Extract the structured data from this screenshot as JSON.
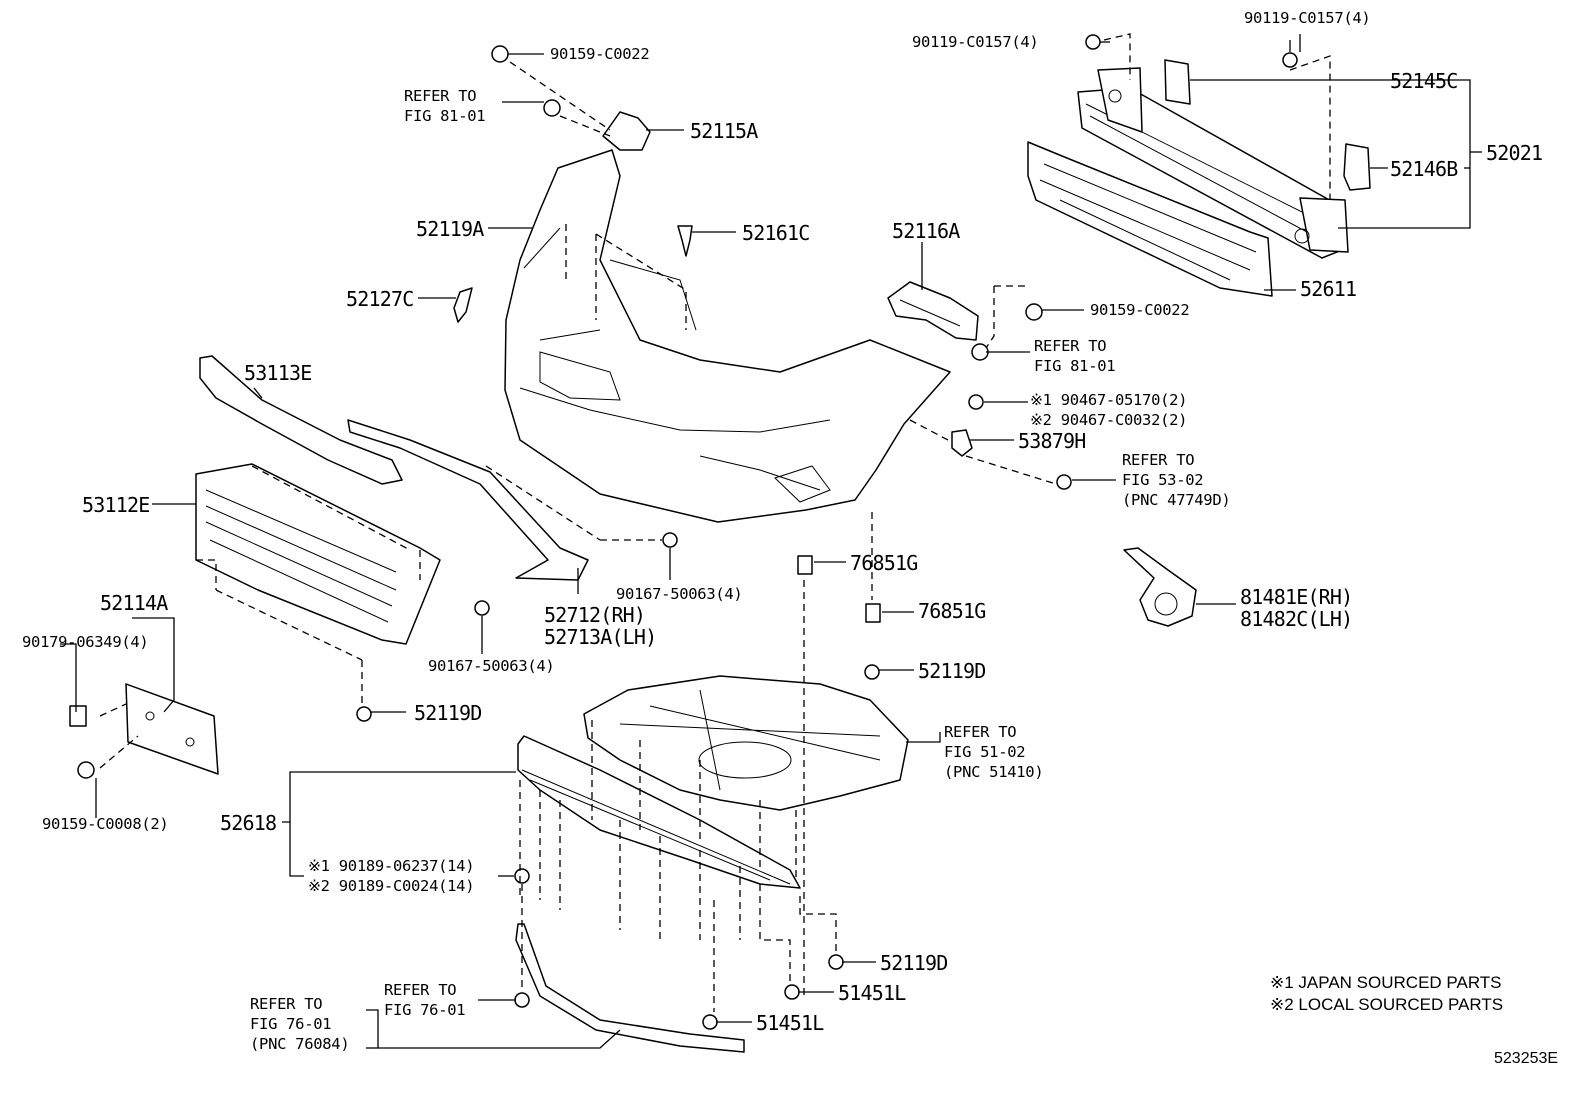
{
  "diagram": {
    "figure_number": "523253E",
    "notes": [
      "※1 JAPAN SOURCED PARTS",
      "※2 LOCAL SOURCED PARTS"
    ],
    "labels": {
      "p90159_C0022_top": "90159-C0022",
      "refer_81_01_top": "REFER TO\nFIG 81-01",
      "p52115A": "52115A",
      "p52119A": "52119A",
      "p52161C": "52161C",
      "p52127C": "52127C",
      "p53113E": "53113E",
      "p53112E": "53112E",
      "p52114A": "52114A",
      "p90179_06349": "90179-06349(4)",
      "p90159_C0008": "90159-C0008(2)",
      "p52712": "52712(RH)\n52713A(LH)",
      "p90167_50063_a": "90167-50063(4)",
      "p90167_50063_b": "90167-50063(4)",
      "p52119D_left": "52119D",
      "p52618": "52618",
      "p90189": "※1 90189-06237(14)\n※2 90189-C0024(14)",
      "refer_76_01_a": "REFER TO\nFIG 76-01",
      "refer_76_01_b": "REFER TO\nFIG 76-01\n(PNC 76084)",
      "p52119D_bottom": "52119D",
      "p51451L_a": "51451L",
      "p51451L_b": "51451L",
      "refer_51_02": "REFER TO\nFIG 51-02\n(PNC 51410)",
      "p76851G_a": "76851G",
      "p76851G_b": "76851G",
      "p52119D_mid": "52119D",
      "p52116A": "52116A",
      "p90159_C0022_mid": "90159-C0022",
      "refer_81_01_mid": "REFER TO\nFIG 81-01",
      "p90467": "※1 90467-05170(2)\n※2 90467-C0032(2)",
      "p53879H": "53879H",
      "refer_53_02": "REFER TO\nFIG 53-02\n(PNC 47749D)",
      "p81481E": "81481E(RH)\n81482C(LH)",
      "p90119_C0157_a": "90119-C0157(4)",
      "p90119_C0157_b": "90119-C0157(4)",
      "p52145C": "52145C",
      "p52146B": "52146B",
      "p52021": "52021",
      "p52611": "52611"
    }
  }
}
